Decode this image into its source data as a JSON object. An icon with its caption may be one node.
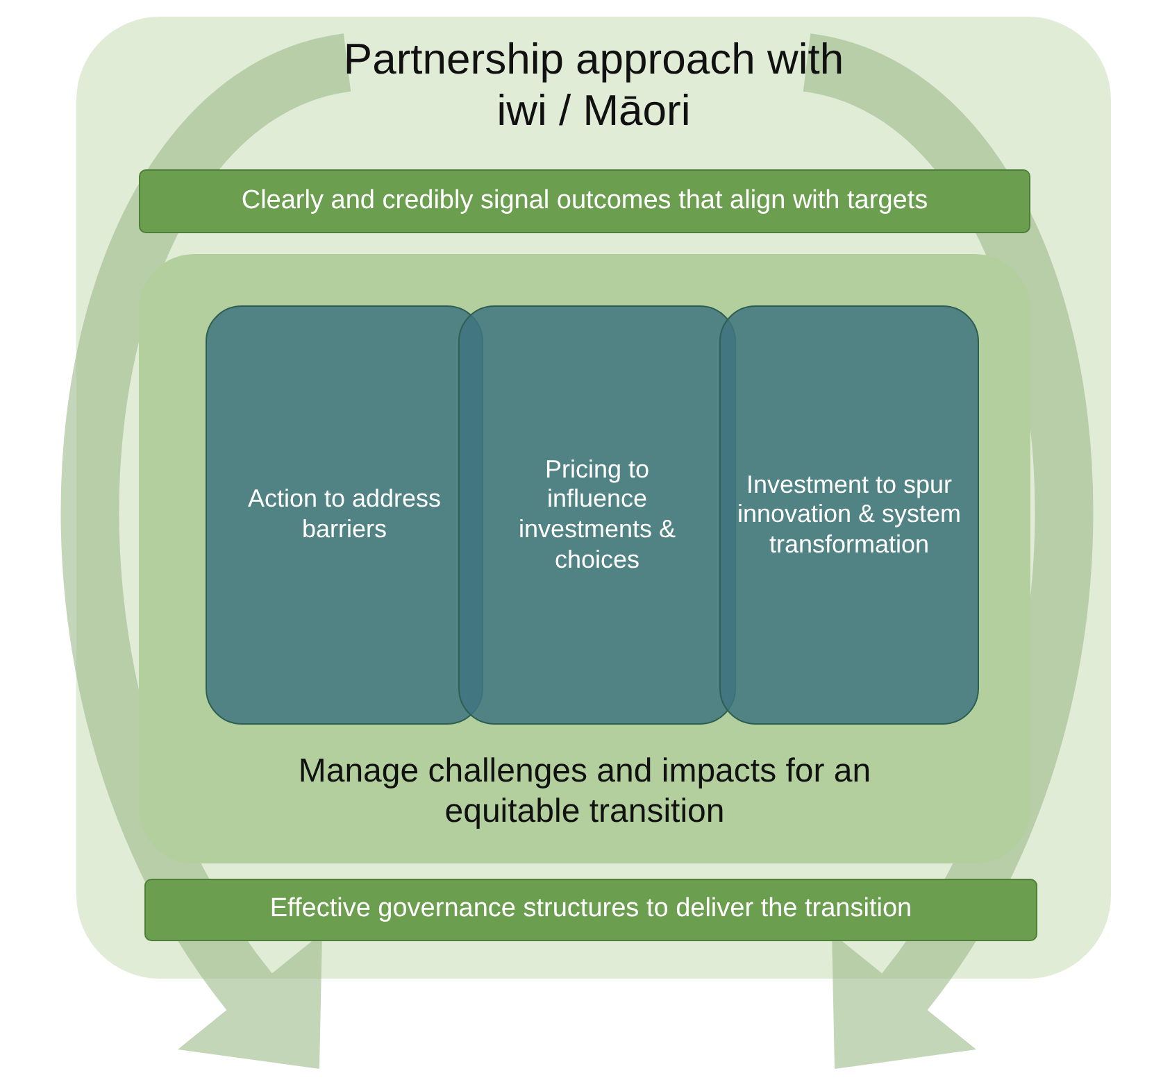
{
  "diagram": {
    "nodes": [
      {
        "text": [
          "Partnership approach with iwi / Māori"
        ]
      },
      {
        "text": [
          "Clearly and credibly signal outcomes that align with targets"
        ],
        "in": 0
      },
      {
        "text": [
          "Manage challenges and impacts for an equitable transition"
        ],
        "in": 0
      },
      {
        "text": [
          "Action to address barriers"
        ],
        "in": 2
      },
      {
        "text": [
          "Pricing to influence investments & choices"
        ],
        "in": 2
      },
      {
        "text": [
          "Investment to spur innovation & system transformation"
        ],
        "in": 2
      },
      {
        "text": [
          "Effective governance structures to deliver the transition"
        ],
        "in": 0
      }
    ],
    "edges": []
  }
}
